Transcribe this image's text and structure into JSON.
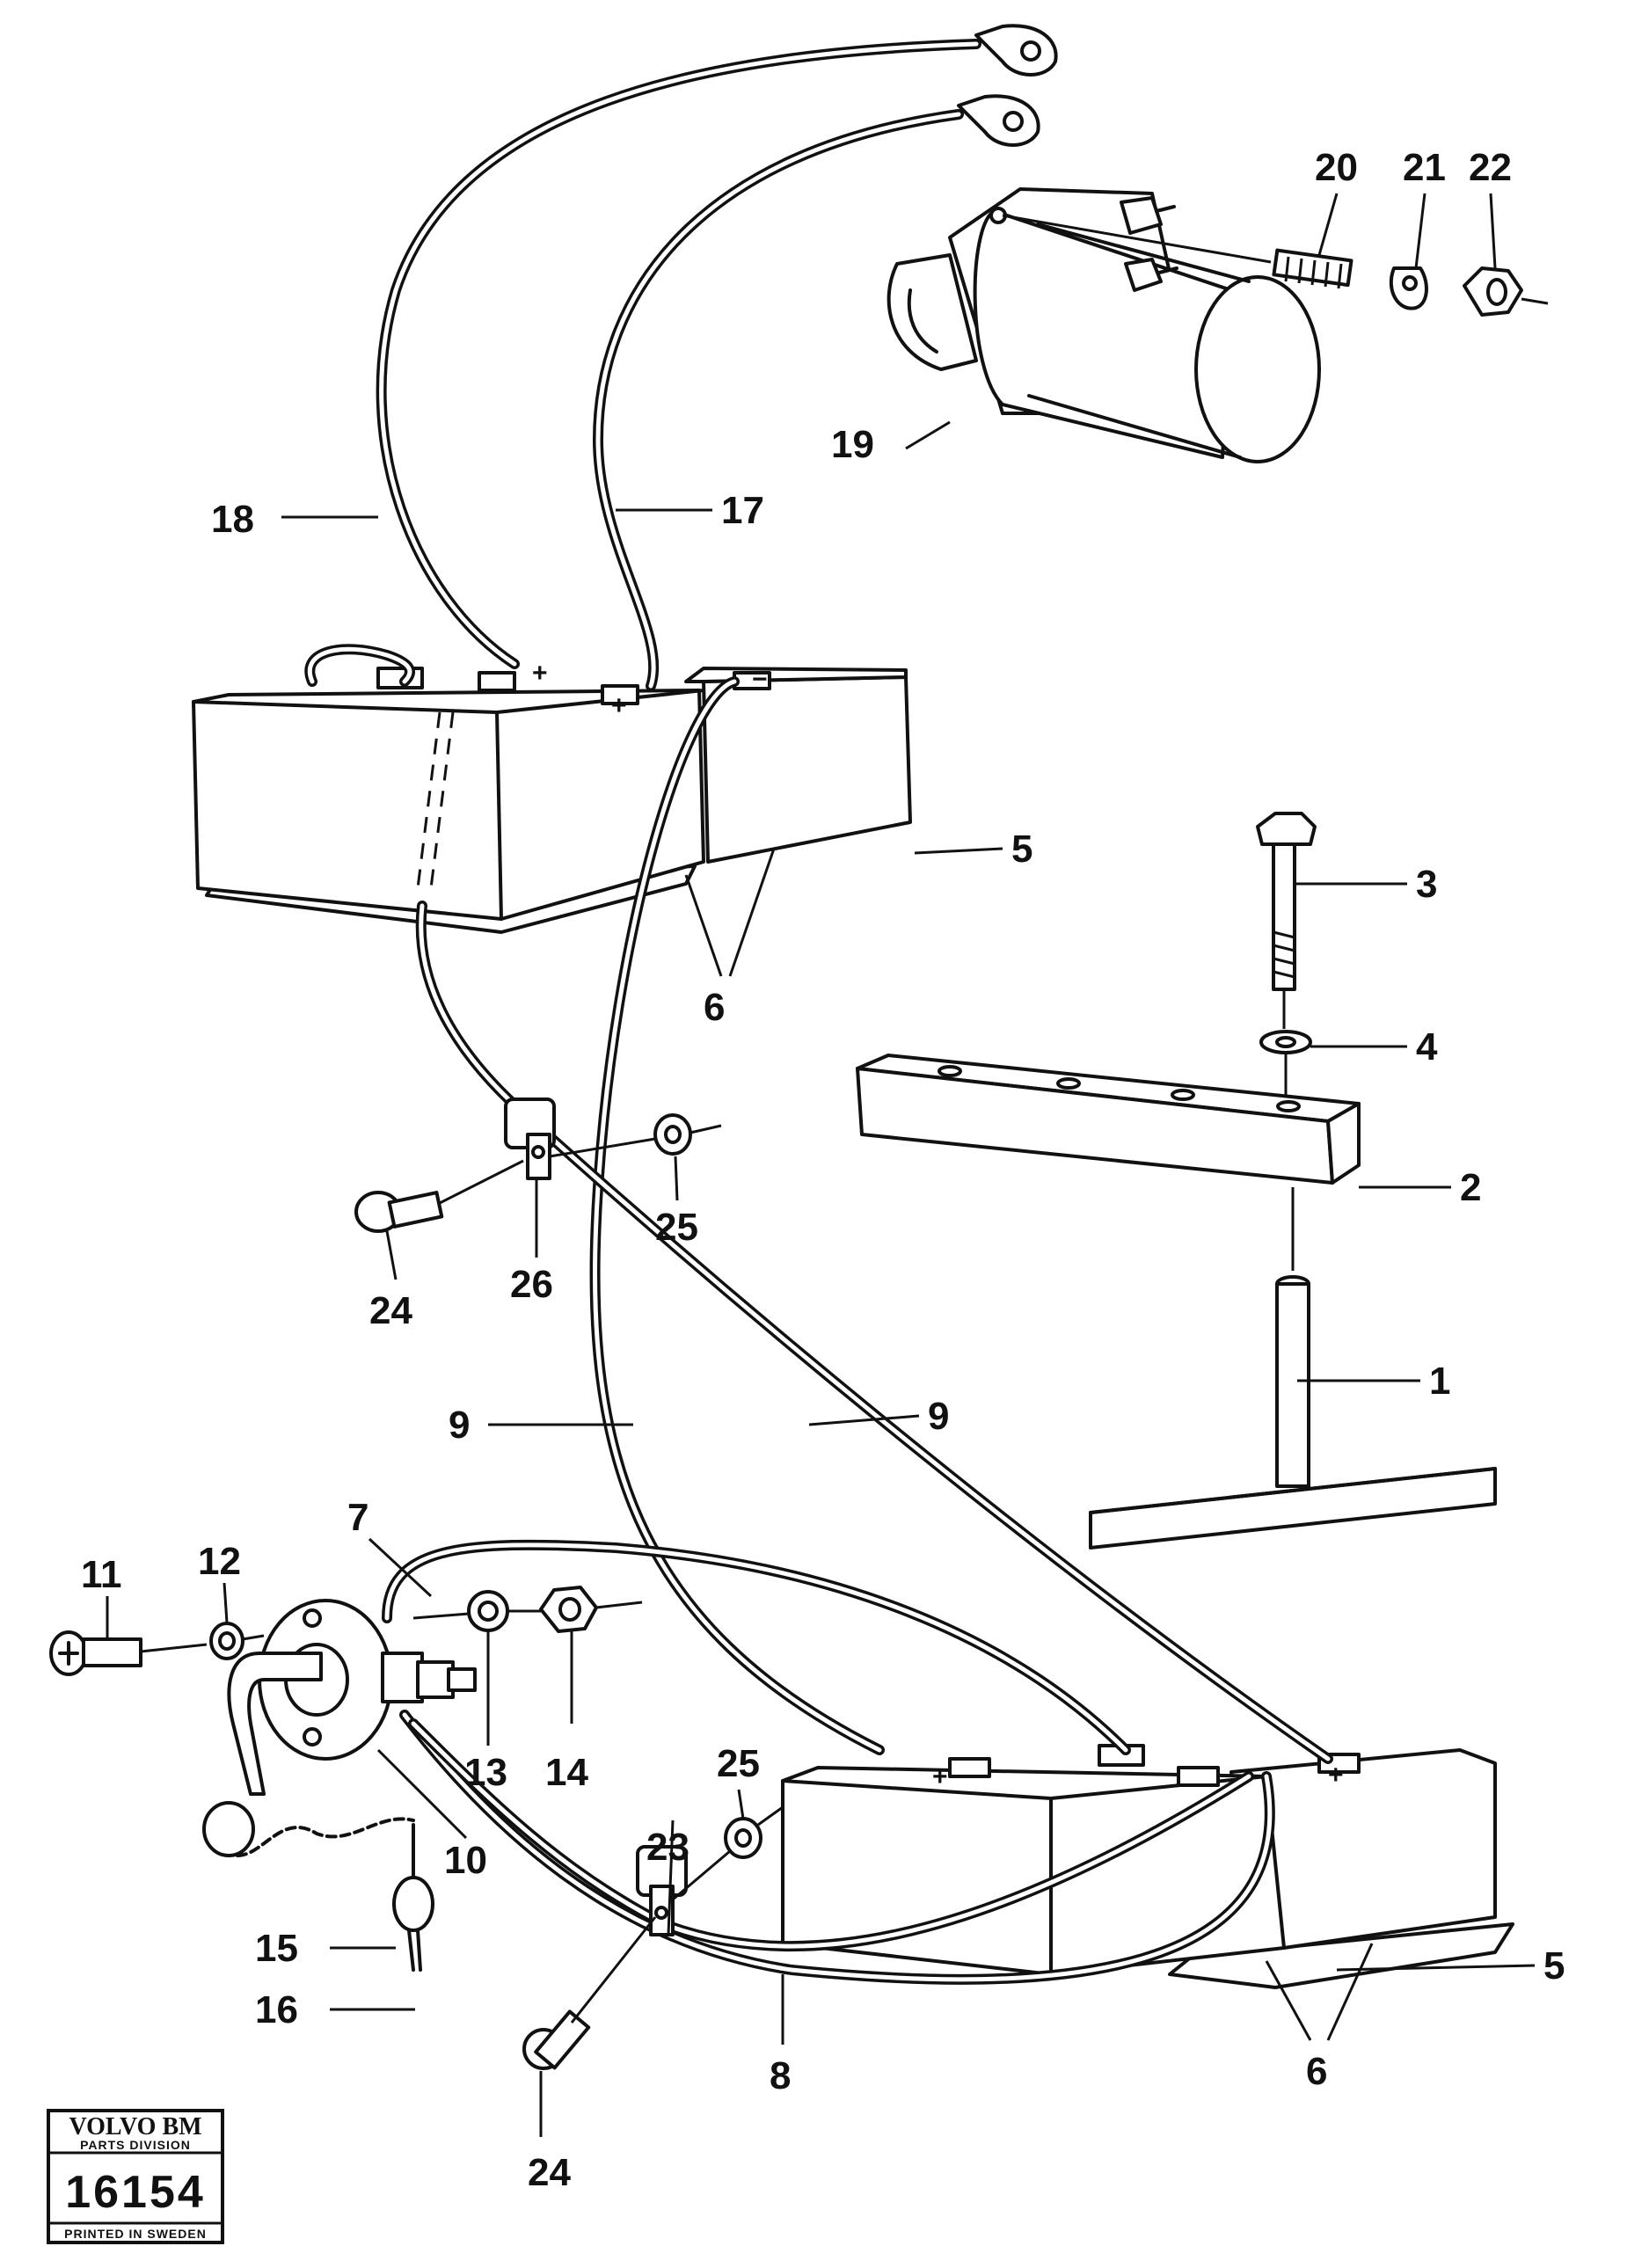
{
  "labels": {
    "p1": "1",
    "p2": "2",
    "p3": "3",
    "p4": "4",
    "p5a": "5",
    "p5b": "5",
    "p6a": "6",
    "p6b": "6",
    "p7": "7",
    "p8": "8",
    "p9a": "9",
    "p9b": "9",
    "p10": "10",
    "p11": "11",
    "p12": "12",
    "p13": "13",
    "p14": "14",
    "p15": "15",
    "p16": "16",
    "p17": "17",
    "p18": "18",
    "p19": "19",
    "p20": "20",
    "p21": "21",
    "p22": "22",
    "p23": "23",
    "p24a": "24",
    "p24b": "24",
    "p25a": "25",
    "p25b": "25",
    "p26": "26"
  },
  "terminals": {
    "plus": "+",
    "minus": "−"
  },
  "stamp": {
    "brand": "VOLVO BM",
    "division": "PARTS DIVISION",
    "code": "16154",
    "printed": "PRINTED IN SWEDEN"
  }
}
